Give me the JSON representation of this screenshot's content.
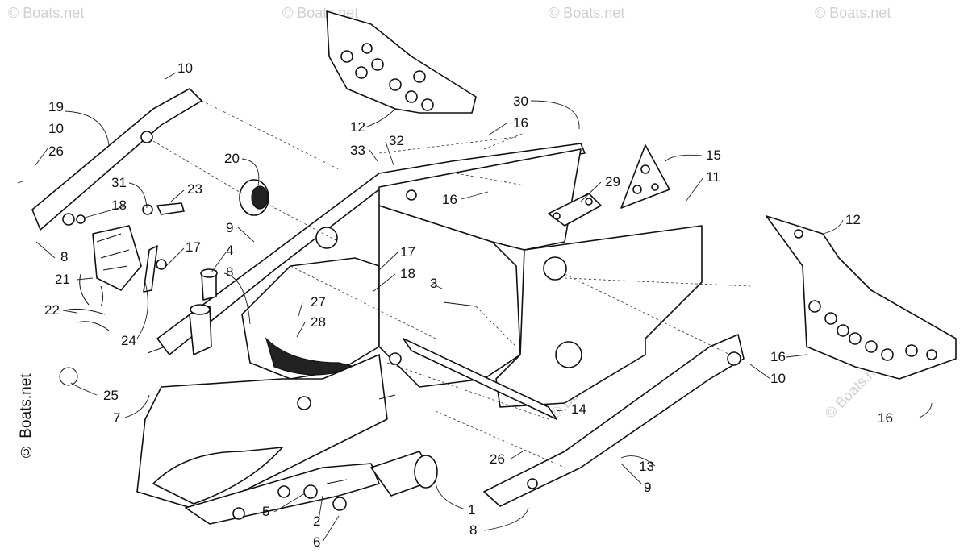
{
  "watermark": {
    "side_text": "© Boats.net",
    "repeat_text": "© Boats.net"
  },
  "callouts": [
    {
      "label": "10"
    },
    {
      "label": "19"
    },
    {
      "label": "10"
    },
    {
      "label": "26"
    },
    {
      "label": "31"
    },
    {
      "label": "18"
    },
    {
      "label": "23"
    },
    {
      "label": "20"
    },
    {
      "label": "9"
    },
    {
      "label": "4"
    },
    {
      "label": "8"
    },
    {
      "label": "17"
    },
    {
      "label": "8"
    },
    {
      "label": "21"
    },
    {
      "label": "22"
    },
    {
      "label": "24"
    },
    {
      "label": "25"
    },
    {
      "label": "7"
    },
    {
      "label": "12"
    },
    {
      "label": "30"
    },
    {
      "label": "16"
    },
    {
      "label": "33"
    },
    {
      "label": "32"
    },
    {
      "label": "16"
    },
    {
      "label": "29"
    },
    {
      "label": "15"
    },
    {
      "label": "11"
    },
    {
      "label": "12"
    },
    {
      "label": "17"
    },
    {
      "label": "18"
    },
    {
      "label": "3"
    },
    {
      "label": "27"
    },
    {
      "label": "28"
    },
    {
      "label": "14"
    },
    {
      "label": "16"
    },
    {
      "label": "10"
    },
    {
      "label": "16"
    },
    {
      "label": "26"
    },
    {
      "label": "13"
    },
    {
      "label": "9"
    },
    {
      "label": "5"
    },
    {
      "label": "2"
    },
    {
      "label": "6"
    },
    {
      "label": "1"
    },
    {
      "label": "8"
    }
  ]
}
